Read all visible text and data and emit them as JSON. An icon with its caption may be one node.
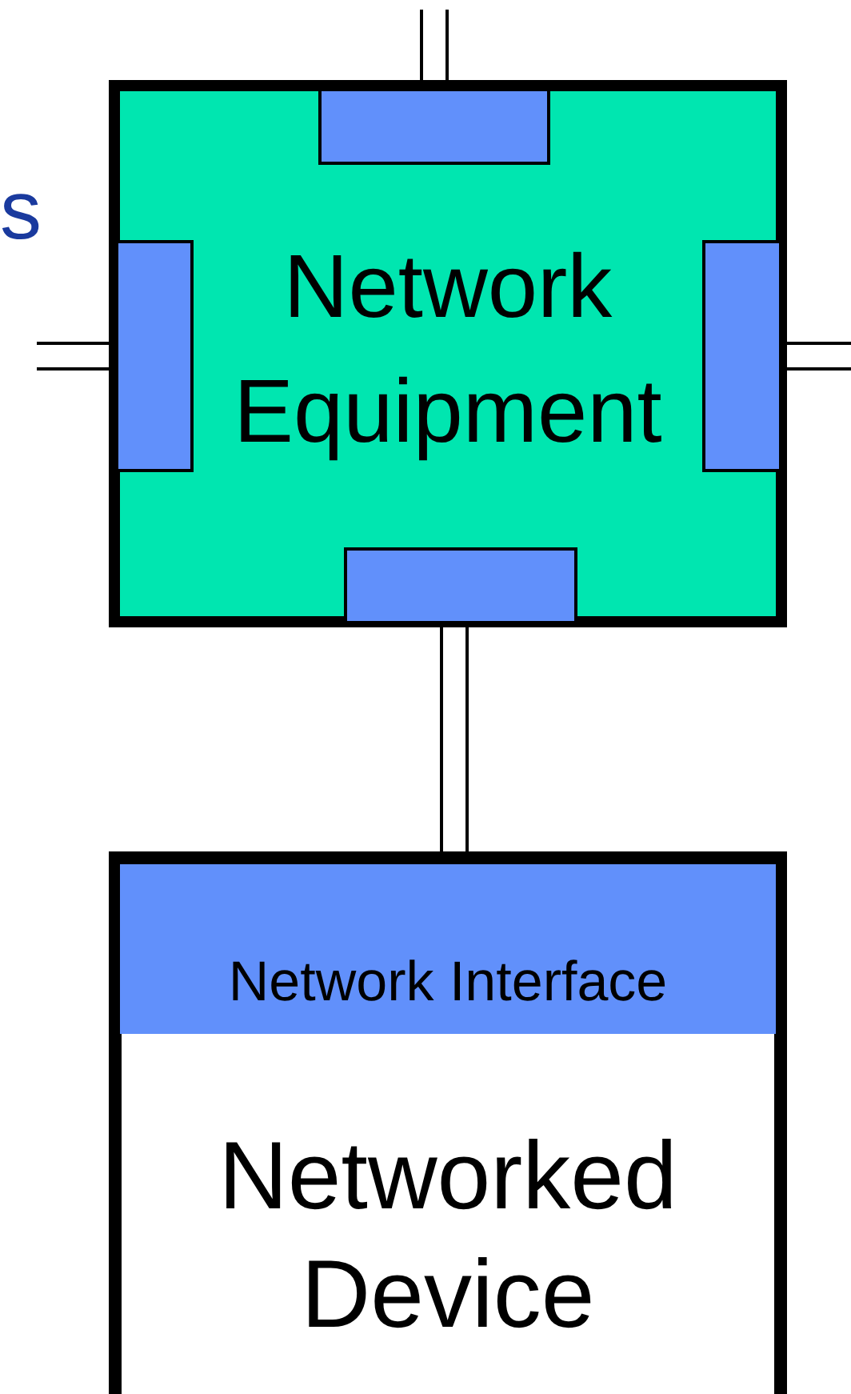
{
  "diagram": {
    "nodes": [
      {
        "text": [
          "Network Equipment"
        ]
      },
      {
        "text": [],
        "shape": "box",
        "in": 0
      },
      {
        "text": [],
        "shape": "box",
        "in": 0
      },
      {
        "text": [],
        "shape": "box",
        "in": 0
      },
      {
        "text": [],
        "shape": "box",
        "in": 0
      },
      {
        "text": [
          "Networked Device"
        ]
      },
      {
        "text": [
          "Network Interface"
        ],
        "in": 5
      }
    ],
    "edges": [
      {
        "from": null,
        "to": 1,
        "arrow": "none"
      },
      {
        "from": null,
        "to": 2,
        "arrow": "none"
      },
      {
        "from": null,
        "to": 3,
        "arrow": "none"
      },
      {
        "from": 4,
        "to": 6,
        "arrow": "none"
      }
    ],
    "labels": [
      "s"
    ]
  }
}
